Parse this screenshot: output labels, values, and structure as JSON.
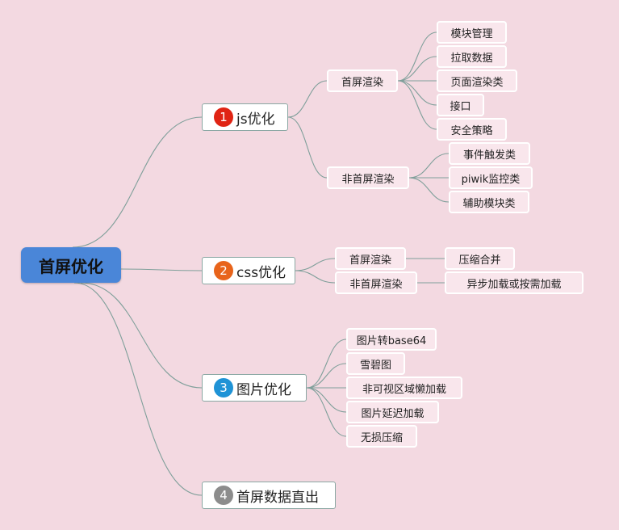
{
  "root": "首屏优化",
  "branches": [
    {
      "number": "1",
      "color": "#e02414",
      "label": "js优化",
      "groups": [
        {
          "label": "首屏渲染",
          "children": [
            "模块管理",
            "拉取数据",
            "页面渲染类",
            "接口",
            "安全策略"
          ]
        },
        {
          "label": "非首屏渲染",
          "children": [
            "事件触发类",
            "piwik监控类",
            "辅助模块类"
          ]
        }
      ]
    },
    {
      "number": "2",
      "color": "#e8641b",
      "label": "css优化",
      "groups": [
        {
          "label": "首屏渲染",
          "children": [
            "压缩合并"
          ]
        },
        {
          "label": "非首屏渲染",
          "children": [
            "异步加载或按需加载"
          ]
        }
      ]
    },
    {
      "number": "3",
      "color": "#1f93d6",
      "label": "图片优化",
      "children": [
        "图片转base64",
        "雪碧图",
        "非可视区域懒加载",
        "图片延迟加载",
        "无损压缩"
      ]
    },
    {
      "number": "4",
      "color": "#8c8c8c",
      "label": "首屏数据直出"
    }
  ]
}
